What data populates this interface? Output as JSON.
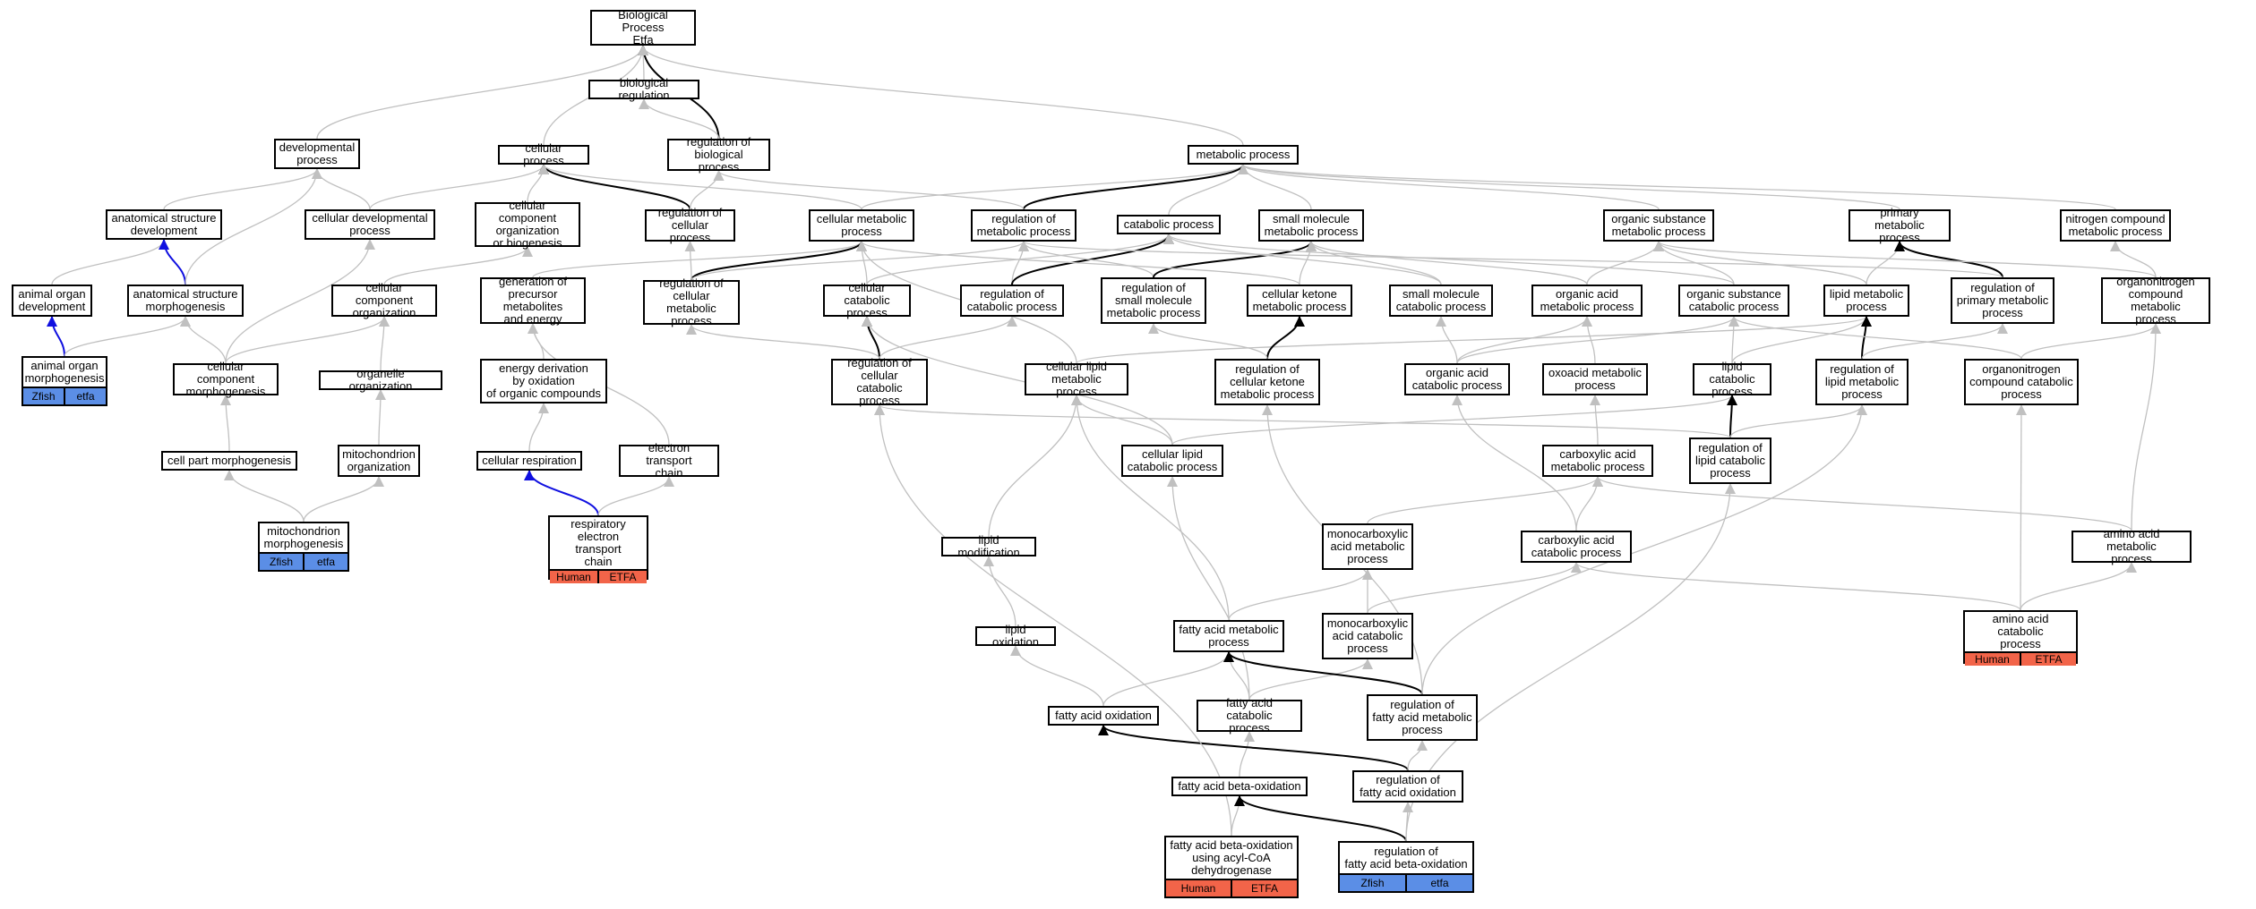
{
  "colors": {
    "zfish": "#5b8ee6",
    "human": "#f26449",
    "edge_grey": "#c0c0c0",
    "edge_black": "#000000",
    "edge_blue": "#1010e0"
  },
  "nodes": {
    "root": "Biological Process\nEtfa",
    "biological_regulation": "biological regulation",
    "developmental_process": "developmental\nprocess",
    "cellular_process": "cellular process",
    "regulation_of_biological_process": "regulation of\nbiological process",
    "metabolic_process": "metabolic process",
    "anatomical_structure_development": "anatomical structure\ndevelopment",
    "cellular_developmental_process": "cellular developmental\nprocess",
    "cellular_component_organization_or_biogenesis": "cellular component\norganization\nor biogenesis",
    "regulation_of_cellular_process": "regulation of\ncellular process",
    "cellular_metabolic_process": "cellular metabolic\nprocess",
    "regulation_of_metabolic_process": "regulation of\nmetabolic process",
    "catabolic_process": "catabolic process",
    "small_molecule_metabolic_process": "small molecule\nmetabolic process",
    "organic_substance_metabolic_process": "organic substance\nmetabolic process",
    "primary_metabolic_process": "primary metabolic\nprocess",
    "nitrogen_compound_metabolic_process": "nitrogen compound\nmetabolic process",
    "animal_organ_development": "animal organ\ndevelopment",
    "anatomical_structure_morphogenesis": "anatomical structure\nmorphogenesis",
    "cellular_component_organization": "cellular component\norganization",
    "generation_of_precursor_metabolites": "generation of\nprecursor metabolites\nand energy",
    "regulation_of_cellular_metabolic_process": "regulation of\ncellular metabolic\nprocess",
    "cellular_catabolic_process": "cellular catabolic\nprocess",
    "regulation_of_catabolic_process": "regulation of\ncatabolic process",
    "regulation_of_small_molecule_metabolic_process": "regulation of\nsmall molecule\nmetabolic process",
    "cellular_ketone_metabolic_process": "cellular ketone\nmetabolic process",
    "small_molecule_catabolic_process": "small molecule\ncatabolic process",
    "organic_acid_metabolic_process": "organic acid\nmetabolic process",
    "organic_substance_catabolic_process": "organic substance\ncatabolic process",
    "lipid_metabolic_process": "lipid metabolic\nprocess",
    "regulation_of_primary_metabolic_process": "regulation of\nprimary metabolic\nprocess",
    "organonitrogen_compound_metabolic_process": "organonitrogen\ncompound metabolic\nprocess",
    "animal_organ_morphogenesis": "animal organ\nmorphogenesis",
    "cellular_component_morphogenesis": "cellular component\nmorphogenesis",
    "organelle_organization": "organelle organization",
    "energy_derivation": "energy derivation\nby oxidation\nof organic compounds",
    "regulation_of_cellular_catabolic_process": "regulation of\ncellular catabolic\nprocess",
    "cellular_lipid_metabolic_process": "cellular lipid\nmetabolic process",
    "regulation_of_cellular_ketone_metabolic_process": "regulation of\ncellular ketone\nmetabolic process",
    "organic_acid_catabolic_process": "organic acid\ncatabolic process",
    "oxoacid_metabolic_process": "oxoacid metabolic\nprocess",
    "lipid_catabolic_process": "lipid catabolic\nprocess",
    "regulation_of_lipid_metabolic_process": "regulation of\nlipid metabolic\nprocess",
    "organonitrogen_compound_catabolic_process": "organonitrogen\ncompound catabolic\nprocess",
    "cell_part_morphogenesis": "cell part morphogenesis",
    "mitochondrion_organization": "mitochondrion\norganization",
    "cellular_respiration": "cellular respiration",
    "electron_transport_chain": "electron transport\nchain",
    "cellular_lipid_catabolic_process": "cellular lipid\ncatabolic process",
    "carboxylic_acid_metabolic_process": "carboxylic acid\nmetabolic process",
    "regulation_of_lipid_catabolic_process": "regulation of\nlipid catabolic\nprocess",
    "mitochondrion_morphogenesis": "mitochondrion\nmorphogenesis",
    "respiratory_electron_transport_chain": "respiratory\nelectron transport\nchain",
    "lipid_modification": "lipid modification",
    "monocarboxylic_acid_metabolic_process": "monocarboxylic\nacid metabolic\nprocess",
    "carboxylic_acid_catabolic_process": "carboxylic acid\ncatabolic process",
    "amino_acid_metabolic_process": "amino acid metabolic\nprocess",
    "lipid_oxidation": "lipid oxidation",
    "fatty_acid_metabolic_process": "fatty acid metabolic\nprocess",
    "monocarboxylic_acid_catabolic_process": "monocarboxylic\nacid catabolic\nprocess",
    "amino_acid_catabolic_process": "amino acid catabolic\nprocess",
    "fatty_acid_oxidation": "fatty acid oxidation",
    "fatty_acid_catabolic_process": "fatty acid catabolic\nprocess",
    "regulation_of_fatty_acid_metabolic_process": "regulation of\nfatty acid metabolic\nprocess",
    "fatty_acid_beta_oxidation": "fatty acid beta-oxidation",
    "regulation_of_fatty_acid_oxidation": "regulation of\nfatty acid oxidation",
    "fatty_acid_beta_oxidation_acyl_coa": "fatty acid beta-oxidation\nusing acyl-CoA\ndehydrogenase",
    "regulation_of_fatty_acid_beta_oxidation": "regulation of\nfatty acid beta-oxidation"
  },
  "tags": {
    "animal_organ_morphogenesis": [
      "Zfish",
      "etfa"
    ],
    "mitochondrion_morphogenesis": [
      "Zfish",
      "etfa"
    ],
    "respiratory_electron_transport_chain": [
      "Human",
      "ETFA"
    ],
    "amino_acid_catabolic_process": [
      "Human",
      "ETFA"
    ],
    "fatty_acid_beta_oxidation_acyl_coa": [
      "Human",
      "ETFA"
    ],
    "regulation_of_fatty_acid_beta_oxidation": [
      "Zfish",
      "etfa"
    ]
  }
}
